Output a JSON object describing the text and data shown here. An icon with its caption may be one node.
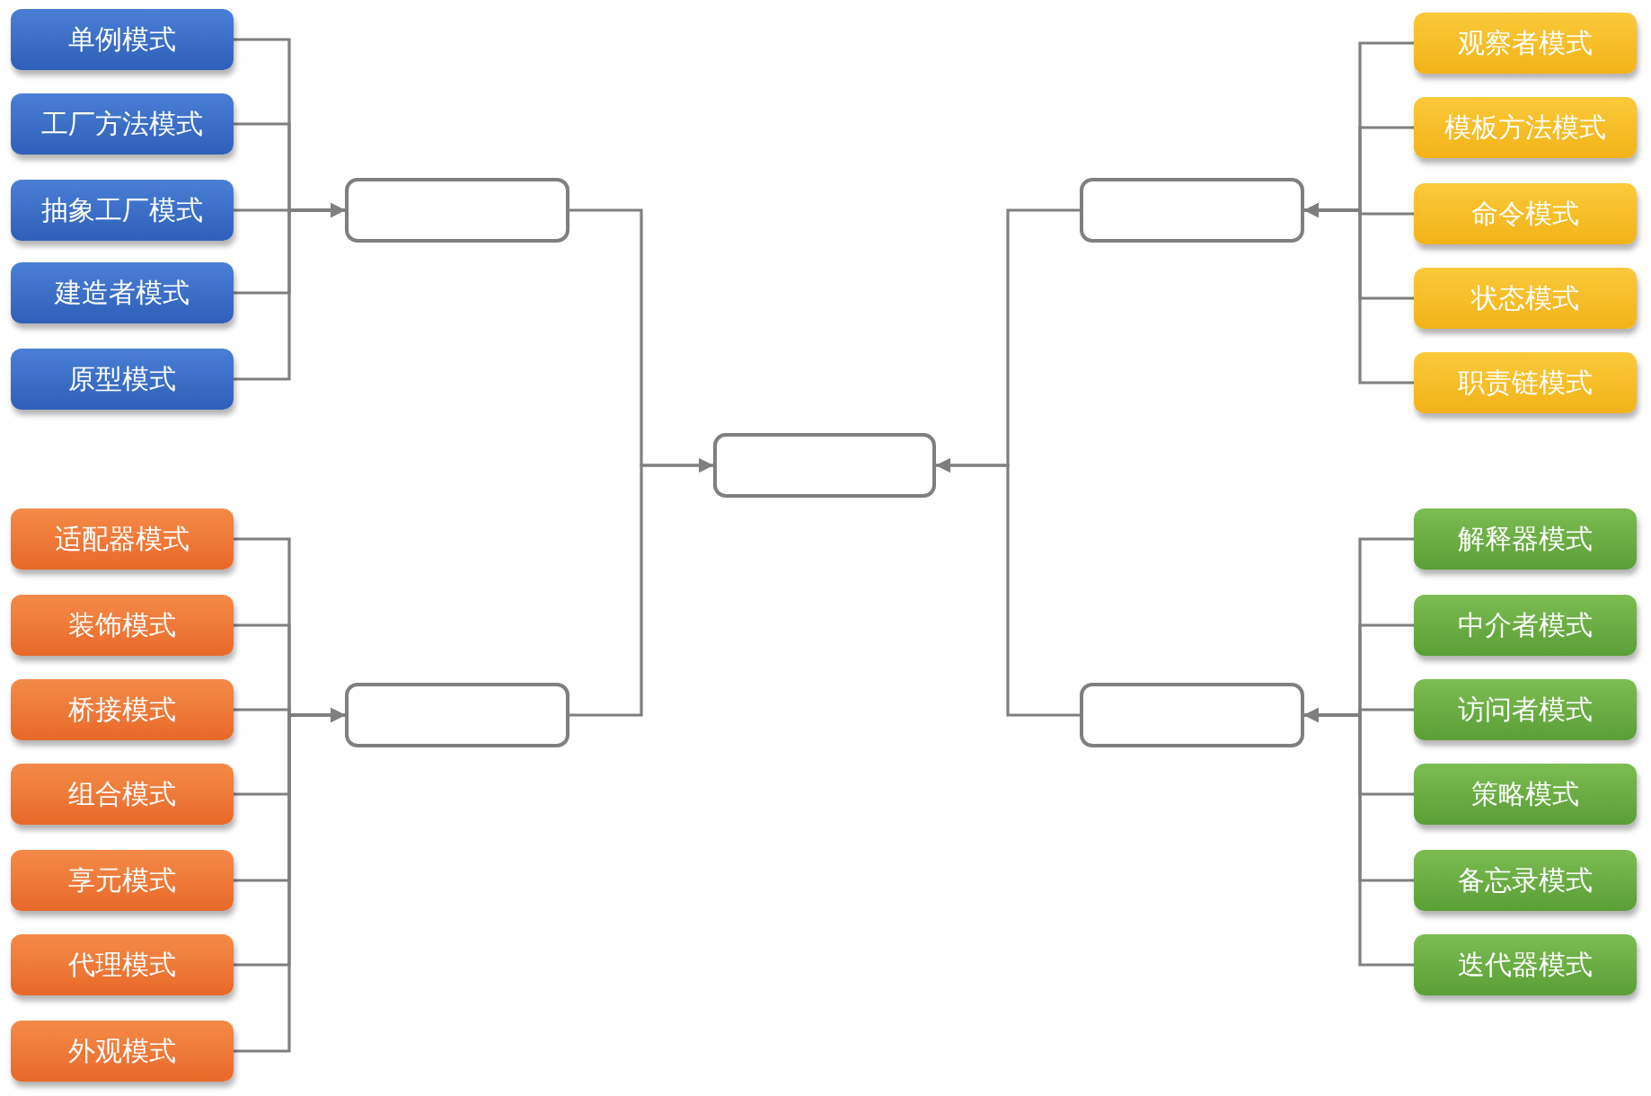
{
  "diagram": {
    "nodes": [
      {
        "text": [
          "单例模式"
        ]
      },
      {
        "text": [
          "工厂方法模式"
        ]
      },
      {
        "text": [
          "抽象工厂模式"
        ]
      },
      {
        "text": [
          "建造者模式"
        ]
      },
      {
        "text": [
          "原型模式"
        ]
      },
      {
        "text": [
          "适配器模式"
        ]
      },
      {
        "text": [
          "装饰模式"
        ]
      },
      {
        "text": [
          "桥接模式"
        ]
      },
      {
        "text": [
          "组合模式"
        ]
      },
      {
        "text": [
          "享元模式"
        ]
      },
      {
        "text": [
          "代理模式"
        ]
      },
      {
        "text": [
          "外观模式"
        ]
      },
      {
        "text": [
          "观察者模式"
        ]
      },
      {
        "text": [
          "模板方法模式"
        ]
      },
      {
        "text": [
          "命令模式"
        ]
      },
      {
        "text": [
          "状态模式"
        ]
      },
      {
        "text": [
          "职责链模式"
        ]
      },
      {
        "text": [
          "解释器模式"
        ]
      },
      {
        "text": [
          "中介者模式"
        ]
      },
      {
        "text": [
          "访问者模式"
        ]
      },
      {
        "text": [
          "策略模式"
        ]
      },
      {
        "text": [
          "备忘录模式"
        ]
      },
      {
        "text": [
          "迭代器模式"
        ]
      },
      {
        "text": [],
        "shape": "box"
      },
      {
        "text": [],
        "shape": "box"
      },
      {
        "text": [],
        "shape": "box"
      },
      {
        "text": [],
        "shape": "box"
      },
      {
        "text": [],
        "shape": "box"
      }
    ],
    "edges": [
      {
        "from": 0,
        "to": 23,
        "arrow": "to"
      },
      {
        "from": 1,
        "to": 23,
        "arrow": "to"
      },
      {
        "from": 2,
        "to": 23,
        "arrow": "to"
      },
      {
        "from": 3,
        "to": 23,
        "arrow": "to"
      },
      {
        "from": 4,
        "to": 23,
        "arrow": "to"
      },
      {
        "from": 5,
        "to": 24,
        "arrow": "to"
      },
      {
        "from": 6,
        "to": 24,
        "arrow": "to"
      },
      {
        "from": 7,
        "to": 24,
        "arrow": "to"
      },
      {
        "from": 8,
        "to": 24,
        "arrow": "to"
      },
      {
        "from": 9,
        "to": 24,
        "arrow": "to"
      },
      {
        "from": 10,
        "to": 24,
        "arrow": "to"
      },
      {
        "from": 11,
        "to": 24,
        "arrow": "to"
      },
      {
        "from": 12,
        "to": 26,
        "arrow": "to"
      },
      {
        "from": 13,
        "to": 26,
        "arrow": "to"
      },
      {
        "from": 14,
        "to": 26,
        "arrow": "to"
      },
      {
        "from": 15,
        "to": 26,
        "arrow": "to"
      },
      {
        "from": 16,
        "to": 26,
        "arrow": "to"
      },
      {
        "from": 17,
        "to": 27,
        "arrow": "to"
      },
      {
        "from": 18,
        "to": 27,
        "arrow": "to"
      },
      {
        "from": 19,
        "to": 27,
        "arrow": "to"
      },
      {
        "from": 20,
        "to": 27,
        "arrow": "to"
      },
      {
        "from": 21,
        "to": 27,
        "arrow": "to"
      },
      {
        "from": 22,
        "to": 27,
        "arrow": "to"
      },
      {
        "from": 23,
        "to": 25,
        "arrow": "to"
      },
      {
        "from": 24,
        "to": 25,
        "arrow": "to"
      },
      {
        "from": 26,
        "to": 25,
        "arrow": "to"
      },
      {
        "from": 27,
        "to": 25,
        "arrow": "to"
      }
    ]
  }
}
